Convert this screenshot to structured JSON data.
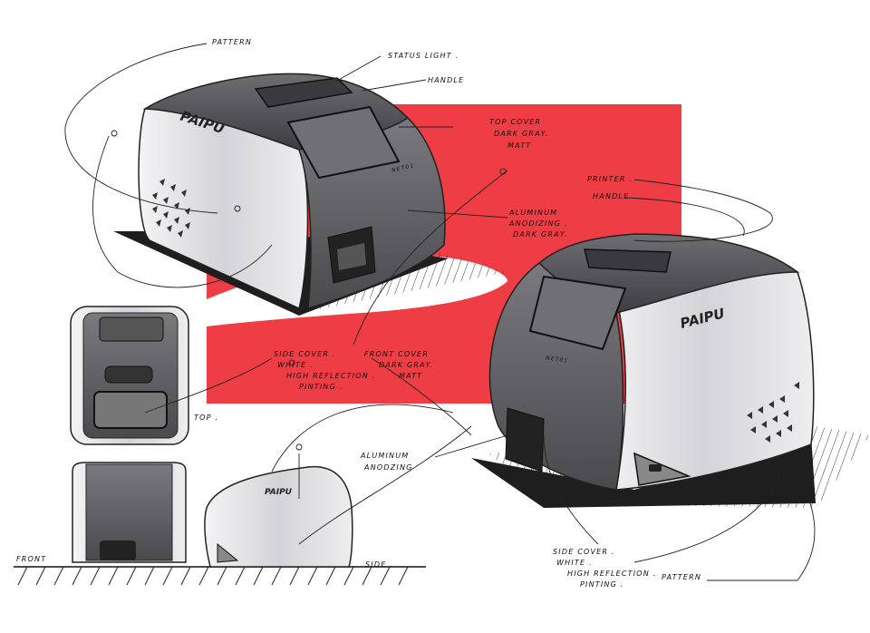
{
  "brand": "PAIPU",
  "model_label": "NET01",
  "annotations": {
    "pattern_top": "PATTERN",
    "status_light": "STATUS LIGHT .",
    "handle_top": "HANDLE",
    "top_cover": [
      "TOP COVER",
      "DARK GRAY.",
      "MATT"
    ],
    "printer": "PRINTER .",
    "handle_right": "HANDLE",
    "aluminum_dark": [
      "ALUMINUM",
      "ANODIZING .",
      "DARK GRAY."
    ],
    "side_cover_left": [
      "SIDE COVER .",
      "WHITE .",
      "HIGH REFLECTION .",
      "PINTING ."
    ],
    "front_cover": [
      "FRONT COVER",
      "DARK GRAY.",
      "MATT"
    ],
    "top_view": "TOP .",
    "aluminum_anodizing": [
      "ALUMINUM",
      "ANODZING"
    ],
    "front_view": "FRONT",
    "side_view": "SIDE .",
    "side_cover_right": [
      "SIDE COVER .",
      "WHITE .",
      "HIGH REFLECTION .",
      "PINTING ."
    ],
    "pattern_bottom": "PATTERN"
  },
  "colors": {
    "accent_red": "#ee3d45",
    "dark_gray": "#5a5a5c",
    "mid_gray": "#9a9a9c",
    "light_gray": "#dcdcde",
    "ink": "#1a1a1a"
  }
}
